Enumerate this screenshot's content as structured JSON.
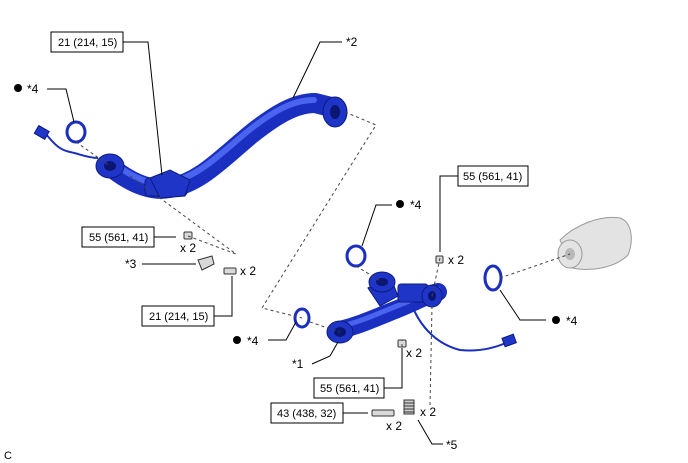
{
  "labels": {
    "torque_top_left": "21 (214, 15)",
    "torque_mid_left": "55 (561, 41)",
    "torque_lower_left": "21 (214, 15)",
    "torque_top_right": "55 (561, 41)",
    "torque_bottom_center": "55 (561, 41)",
    "torque_bottom_left": "43 (438, 32)",
    "part_2": "*2",
    "part_4_top_left": "*4",
    "part_4_right_top": "*4",
    "part_4_right": "*4",
    "part_4_bottom_left": "*4",
    "part_3": "*3",
    "part_1": "*1",
    "part_5": "*5",
    "qty_a": "x 2",
    "qty_b": "x 2",
    "qty_c": "x 2",
    "qty_d": "x 2",
    "qty_e": "x 2",
    "qty_f": "x 2",
    "corner_letter": "C"
  },
  "colors": {
    "part_blue": "#1f35c8",
    "part_gray": "#e3e3e3"
  }
}
